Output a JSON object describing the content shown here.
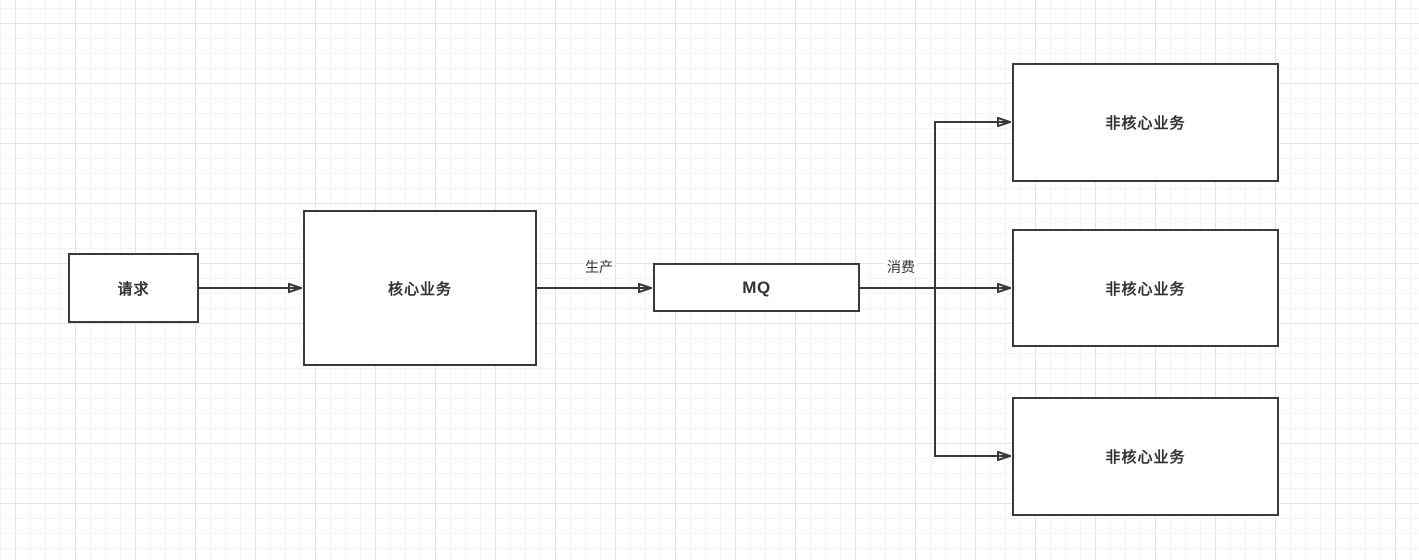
{
  "canvas": {
    "background": "#ffffff",
    "grid_minor_color": "#f4f4f4",
    "grid_major_color": "#e5e5e5"
  },
  "style": {
    "node_border_color": "#3a3a3a",
    "node_fill_color": "#ffffff",
    "text_color": "#333333",
    "connector_color": "#383838"
  },
  "nodes": {
    "request": {
      "label": "请求"
    },
    "core": {
      "label": "核心业务"
    },
    "mq": {
      "label": "MQ"
    },
    "non_core_1": {
      "label": "非核心业务"
    },
    "non_core_2": {
      "label": "非核心业务"
    },
    "non_core_3": {
      "label": "非核心业务"
    }
  },
  "edge_labels": {
    "produce": "生产",
    "consume": "消费"
  }
}
